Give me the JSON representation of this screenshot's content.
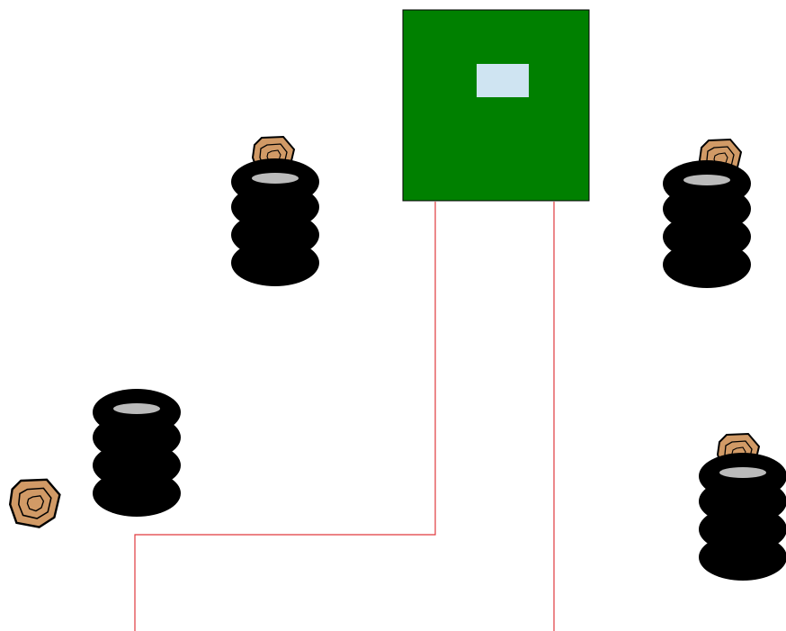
{
  "scene": {
    "background_color": "#ffffff",
    "track_color": "#e0393e",
    "player_car": {
      "icon": "car-topdown-icon",
      "body_color": "#008000",
      "windshield_color": "#cfe4f2"
    },
    "tire_stack": {
      "icon": "tire-stack-icon",
      "tire_color": "#000000",
      "rim_color": "#bbbbbb",
      "count": 4,
      "tires_per_stack": 4
    },
    "rock": {
      "icon": "rock-icon",
      "fill_color": "#d19a66",
      "outline_color": "#000000",
      "count": 4
    }
  }
}
